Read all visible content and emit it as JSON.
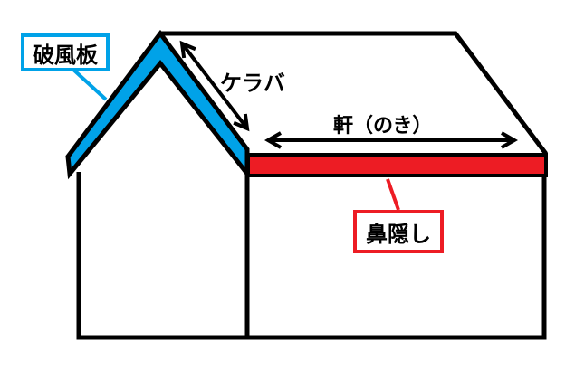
{
  "labels": {
    "fascia_board": "破風板",
    "kераba": "ケラバ",
    "eaves": "軒（のき）",
    "nose_cover": "鼻隠し"
  },
  "colors": {
    "fascia_board": "#00a2e8",
    "nose_cover": "#ed1c24",
    "outline": "#000000"
  }
}
